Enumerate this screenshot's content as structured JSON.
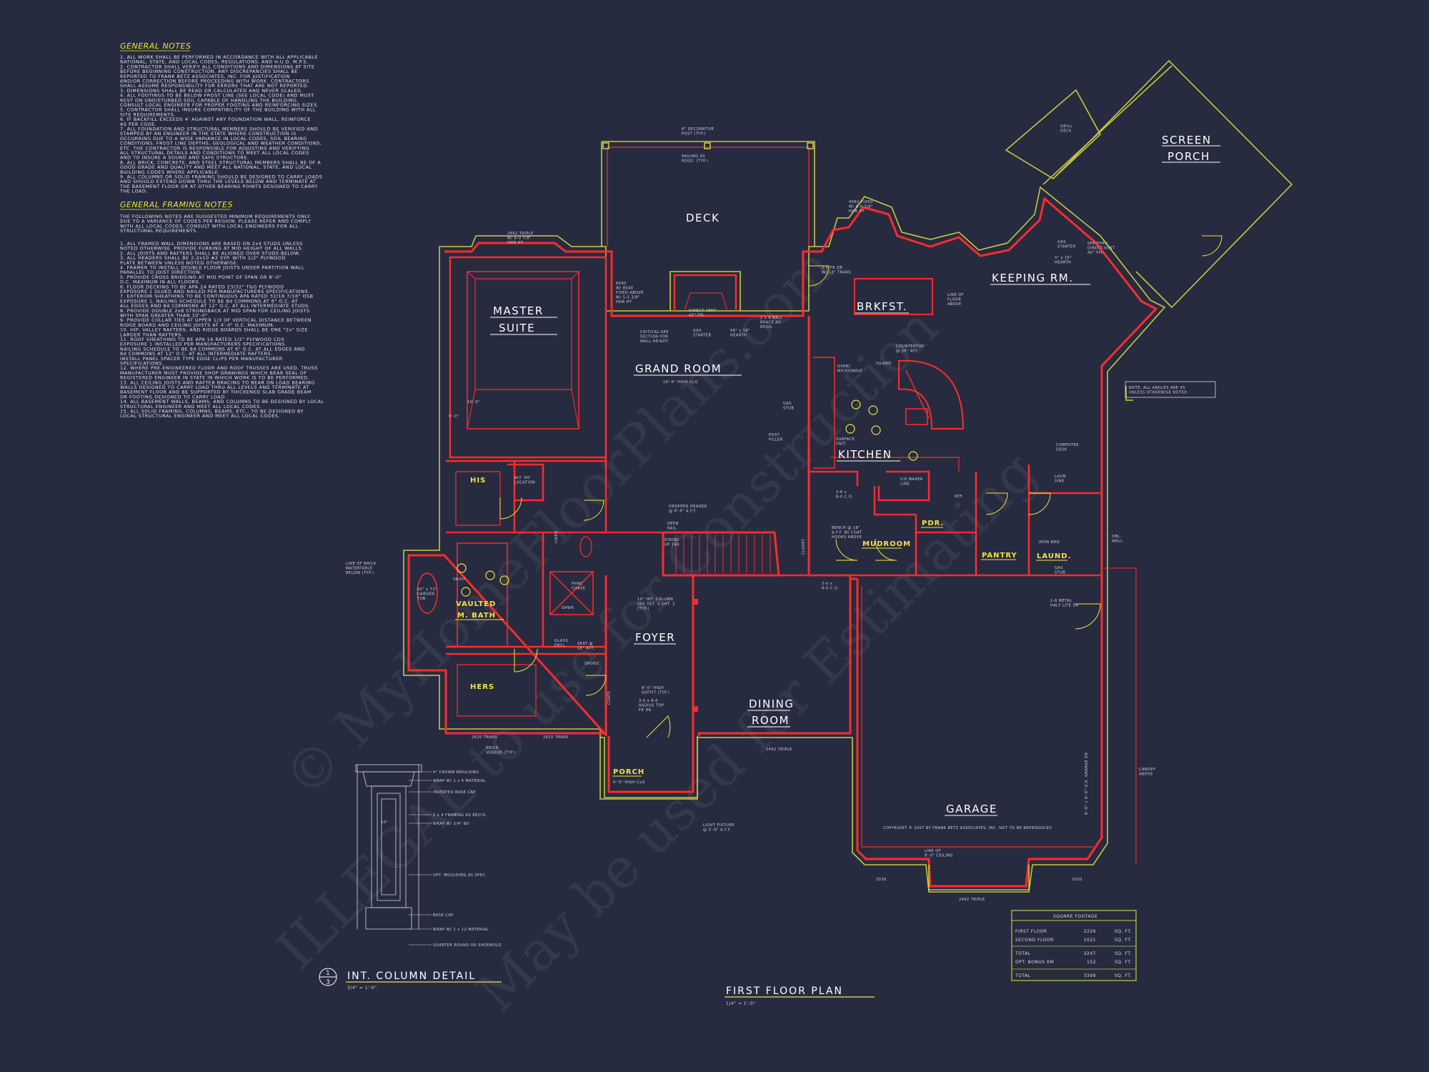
{
  "watermark": {
    "line1": "© MyHomeFloorPlans.com",
    "line2": "ILLEGAL to use for Construction",
    "line3": "May be used for Estimating"
  },
  "general_notes": {
    "heading": "GENERAL NOTES",
    "items": [
      "1.  ALL WORK SHALL BE PERFORMED IN ACCORDANCE WITH ALL APPLICABLE",
      "     NATIONAL, STATE, AND LOCAL CODES, REGULATIONS, AND H.U.D. M.P.S.",
      "2.  CONTRACTOR SHALL VERIFY ALL CONDITIONS AND DIMENSIONS AT SITE",
      "     BEFORE BEGINNING CONSTRUCTION. ANY DISCREPANCIES SHALL BE",
      "     REPORTED TO FRANK BETZ ASSOCIATES, INC. FOR JUSTIFICATION",
      "     AND/OR CORRECTION BEFORE PROCEEDING WITH WORK. CONTRACTORS",
      "     SHALL ASSUME RESPONSIBILITY FOR ERRORS THAT ARE NOT REPORTED.",
      "3.  DIMENSIONS SHALL BE READ OR CALCULATED AND NEVER SCALED.",
      "4.  ALL FOOTINGS TO BE BELOW FROST LINE (SEE LOCAL CODE) AND MUST",
      "     REST ON UNDISTURBED SOIL CAPABLE OF HANDLING THE BUILDING.",
      "     CONSULT LOCAL ENGINEER FOR PROPER FOOTING AND REINFORCING SIZES.",
      "5.  CONTRACTOR SHALL INSURE COMPATIBILITY OF THE BUILDING WITH ALL",
      "     SITE REQUIREMENTS.",
      "6.  IF BACKFILL EXCEEDS 4' AGAINST ANY FOUNDATION WALL, REINFORCE",
      "     AS PER CODE.",
      "7.  ALL FOUNDATION AND STRUCTURAL MEMBERS SHOULD BE VERIFIED AND",
      "     STAMPED BY AN ENGINEER IN THE STATE WHERE CONSTRUCTION IS",
      "     OCCURRING DUE TO A WIDE VARIANCE IN LOCAL CODES, SOIL BEARING",
      "     CONDITIONS, FROST LINE DEPTHS, GEOLOGICAL AND WEATHER CONDITIONS,",
      "     ETC. THE CONTRACTOR IS RESPONSIBLE FOR ADJUSTING AND VERIFYING",
      "     ALL STRUCTURAL DETAILS AND CONDITIONS TO MEET ALL LOCAL CODES",
      "     AND TO INSURE A SOUND AND SAFE STRUCTURE.",
      "8.  ALL BRICK, CONCRETE, AND STEEL STRUCTURAL MEMBERS SHALL BE OF A",
      "     GOOD GRADE AND QUALITY AND MEET ALL NATIONAL, STATE, AND LOCAL",
      "     BUILDING CODES WHERE APPLICABLE.",
      "9.  ALL COLUMNS OR SOLID FRAMING SHOULD BE DESIGNED TO CARRY LOADS",
      "     AND SHOULD EXTEND DOWN THRU THE LEVELS BELOW AND TERMINATE AT",
      "     THE BASEMENT FLOOR OR AT OTHER BEARING POINTS DESIGNED TO CARRY",
      "     THE LOAD."
    ]
  },
  "framing_notes": {
    "heading": "GENERAL FRAMING NOTES",
    "intro": [
      "THE FOLLOWING NOTES ARE SUGGESTED MINIMUM REQUIREMENTS ONLY.",
      "DUE TO A VARIANCE OF CODES PER REGION, PLEASE REFER AND COMPLY",
      "WITH ALL LOCAL CODES. CONSULT WITH LOCAL ENGINEERS FOR ALL",
      "STRUCTURAL REQUIREMENTS."
    ],
    "items": [
      "1.  ALL FRAMED WALL DIMENSIONS ARE BASED ON 2x4 STUDS UNLESS",
      "     NOTED OTHERWISE. PROVIDE FURRING AT MID HEIGHT OF ALL WALLS.",
      "2.  ALL JOISTS AND RAFTERS SHALL BE ALIGNED OVER STUDS BELOW.",
      "3.  ALL HEADERS SHALL BE 2-2x10 #2 SYP. WITH 1/2\" PLYWOOD",
      "     PLATE BETWEEN UNLESS NOTED OTHERWISE.",
      "4.  FRAMER TO INSTALL DOUBLE FLOOR JOISTS UNDER PARTITION WALL",
      "     PARALLEL TO JOIST DIRECTION.",
      "5.  PROVIDE CROSS BRIDGING AT MID POINT OF SPAN OR 8'-0\"",
      "     O.C. MAXIMUM IN ALL FLOORS.",
      "6.  FLOOR DECKING TO BE APA 24 RATED 23/32\" T&G PLYWOOD",
      "     EXPOSURE 1 GLUED AND NAILED PER MANUFACTURERS SPECIFICATIONS.",
      "7.  EXTERIOR SHEATHING TO BE CONTINUOUS APA RATED 32/16 7/16\" OSB",
      "     EXPOSURE 1. NAILING SCHEDULE TO BE 8d COMMONS AT 6\" O.C. AT",
      "     ALL EDGES AND 8d COMMONS AT 12\" O.C. AT ALL INTERMEDIATE STUDS.",
      "8.  PROVIDE DOUBLE 2x8 STRONGBACK AT MID SPAN FOR CEILING JOISTS",
      "     WITH SPAN GREATER THAN 10'-0\".",
      "9.  PROVIDE COLLAR TIES AT UPPER 1/3 OF VERTICAL DISTANCE BETWEEN",
      "     RIDGE BOARD AND CEILING JOISTS AT 4'-0\" O.C. MAXIMUM.",
      "10. HIP, VALLEY RAFTERS, AND RIDGE BOARDS SHALL BE ONE \"2x\" SIZE",
      "     LARGER THAN RAFTERS.",
      "11. ROOF SHEATHING TO BE APA 16 RATED 1/2\" PLYWOOD CDX",
      "     EXPOSURE 1 INSTALLED PER MANUFACTURERS SPECIFICATIONS.",
      "     NAILING SCHEDULE TO BE 8d COMMONS AT 6\" O.C. AT ALL EDGES AND",
      "     8d COMMONS AT 12\" O.C. AT ALL INTERMEDIATE RAFTERS.",
      "     INSTALL PANEL SPACER TYPE EDGE CLIPS PER MANUFACTURER",
      "     SPECIFICATIONS.",
      "12. WHERE PRE-ENGINEERED FLOOR AND ROOF TRUSSES ARE USED, TRUSS",
      "     MANUFACTURER MUST PROVIDE SHOP DRAWINGS WHICH BEAR SEAL OF",
      "     REGISTERED ENGINEER IN STATE IN WHICH WORK IS TO BE PERFORMED.",
      "13. ALL CEILING JOISTS AND RAFTER BRACING TO BEAR ON LOAD BEARING",
      "     WALLS DESIGNED TO CARRY LOAD THRU ALL LEVELS AND TERMINATE AT",
      "     BASEMENT FLOOR AND BE SUPPORTED BY THICKENED SLAB GRADE BEAM",
      "     OR FOOTING DESIGNED TO CARRY LOAD.",
      "14. ALL BASEMENT WALLS, BEAMS, AND COLUMNS TO BE DESIGNED BY LOCAL",
      "     STRUCTURAL ENGINEER AND MEET ALL LOCAL CODES.",
      "15. ALL SOLID FRAMING, COLUMNS, BEAMS, ETC., TO BE DESIGNED BY",
      "     LOCAL STRUCTURAL ENGINEER AND MEET ALL LOCAL CODES."
    ]
  },
  "rooms": {
    "deck": "DECK",
    "screen_porch_1": "SCREEN",
    "screen_porch_2": "PORCH",
    "keeping": "KEEPING RM.",
    "master_1": "MASTER",
    "master_2": "SUITE",
    "grand_room": "GRAND ROOM",
    "grand_room_clg": "10'-0\" HIGH CLG",
    "brkfst": "BRKFST.",
    "kitchen": "KITCHEN",
    "his": "HIS",
    "hers": "HERS",
    "vaulted": "VAULTED",
    "m_bath": "M. BATH",
    "foyer": "FOYER",
    "dining_1": "DINING",
    "dining_2": "ROOM",
    "garage": "GARAGE",
    "porch": "PORCH",
    "porch_clg": "9'-0\" HIGH CLG",
    "pdr": "PDR.",
    "mudroom": "MUDROOM",
    "pantry": "PANTRY",
    "laund": "LAUND."
  },
  "annotations": {
    "decorative_post": [
      "8\" DECORATIVE",
      "POST (TYP.)"
    ],
    "railing": [
      "RAILING AS",
      "REQD. (TYP.)"
    ],
    "grill_deck": [
      "GRILL",
      "DECK"
    ],
    "fr_dr": [
      "2-6 FR DR",
      "W/ 12\" TRANS"
    ],
    "fixed_4062": [
      "4062 FIXED",
      "W/ 8-0 7/8\"",
      "HDR HT"
    ],
    "triple_2462": [
      "2462 TRIPLE",
      "W/ 8-0 7/8\"",
      "HDR HT"
    ],
    "fixed_8040": [
      "8040",
      "W/ 8040",
      "FIXED ABOVE",
      "W/ 5-5 3/8\"",
      "HDR HT"
    ],
    "direct_vent": [
      "DIRECT VENT",
      "42\" FPL"
    ],
    "gas_starter": [
      "GAS",
      "STARTER"
    ],
    "hearth": [
      "58\" x 16\"",
      "HEARTH"
    ],
    "ball_brace": [
      "2 x 6 BALL",
      "BRACE AS",
      "REQD."
    ],
    "critical": [
      "CRITICAL-SEE",
      "SECTION FOR",
      "WALL HEIGHT"
    ],
    "see_thru": [
      "SEE-THRU",
      "DIRECT-VENT",
      "42\" FPL"
    ],
    "hearth2": [
      "4\" x 16\"",
      "HEARTH"
    ],
    "gas_starter2": [
      "GAS",
      "STARTER"
    ],
    "line_of_floor": [
      "LINE OF",
      "FLOOR",
      "ABOVE"
    ],
    "countertop": [
      "COUNTERTOP",
      "@ 36\" AFF."
    ],
    "island": "ISLAND",
    "oven": [
      "OVEN/",
      "MICROWAVE"
    ],
    "gas_stub": [
      "GAS",
      "STUB"
    ],
    "post_pilaster": [
      "POST",
      "PILLER"
    ],
    "surface_unit": [
      "SURFACE",
      "UNIT"
    ],
    "ice_maker": [
      "ICE MAKER",
      "LINE"
    ],
    "ref": "REF.",
    "computer_desk": [
      "COMPUTER",
      "DESK"
    ],
    "angles_note": [
      "NOTE: ALL ANGLES ARE 45",
      "UNLESS OTHERWISE NOTED"
    ],
    "dbl_wall": [
      "DBL.",
      "WALL"
    ],
    "lain_sink": [
      "LAUN",
      "SINK"
    ],
    "iron_brd": "IRON BRD.",
    "gas_stub2": [
      "GAS",
      "STUB"
    ],
    "metal_half_lite": [
      "2-8 METAL",
      "HALF LITE DR"
    ],
    "canopy": [
      "CANOPY",
      "ABOVE"
    ],
    "garage_dr": "8'-0\" x 8'-0\" O.H. GARAGE DR",
    "copyright": "COPYRIGHT © 2007 BY FRANK BETZ ASSOCIATES, INC. NOT TO BE REPRODUCED",
    "line_of_ceiling": [
      "LINE OF",
      "8'-0\" CEILING"
    ],
    "triple_2462b": "2462 TRIPLE",
    "w2030a": "2030",
    "w2030b": "2030",
    "alt_6h": [
      "ALT. 6H",
      "LOCATION"
    ],
    "coats": "COATS",
    "dropped_header": [
      "DROPPED HEADER",
      "@ 8'-0\" A.F.F."
    ],
    "open_rail": [
      "OPEN",
      "RAIL"
    ],
    "stairs_up": [
      "STAIRS",
      "UP 16R"
    ],
    "closet": "CLOSET",
    "bench": [
      "BENCH @ 18\"",
      "A.F.F. W/ COAT",
      "HOOKS ABOVE"
    ],
    "co_3020": [
      "3-0 x",
      "8-0 C.O."
    ],
    "co_2620": [
      "2-6 x",
      "8-0 C.O."
    ],
    "column_detail_note": [
      "10\" INT. COLUMN",
      "SEE DET. 1 SHT. 3",
      "(TYP.)"
    ],
    "soffit": [
      "8'-0\" HIGH",
      "SOFFIT (TYP.)"
    ],
    "radius_top": [
      "3-0 x 8-0",
      "RADIUS TOP",
      "FR DR"
    ],
    "light_fixture": [
      "LIGHT FIXTURE",
      "@ 5'-6\" A.F.F."
    ],
    "brick_veneer": [
      "BRICK",
      "VENEER (TYP.)"
    ],
    "trans_2610a": "2610 TRANS",
    "trans_2610b": "2610 TRANS",
    "triple_2462c": "2462 TRIPLE",
    "brick_watertable": [
      "LINE OF BRICK",
      "WATERTABLE",
      "BELOW (TYP.)"
    ],
    "garden_tub": [
      "42\" x 72\"",
      "GARDEN",
      "TUB"
    ],
    "vault": "VAULT",
    "hvac": [
      "HVAC",
      "CHASE"
    ],
    "shwr": "SHWR",
    "glass_encl": [
      "GLASS",
      "ENCL."
    ],
    "seat": [
      "SEAT @",
      "18\" AFF."
    ],
    "shoes": "SHOES",
    "linen": "LINEN",
    "dim_9_0": "9'-0\"",
    "dim_10_0": "10'-0\""
  },
  "column_detail": {
    "title": "INT. COLUMN DETAIL",
    "scale": "3/4\" = 1'-0\"",
    "number": "1",
    "sheet": "3",
    "size": "10\"",
    "callouts": [
      "4\" CROWN MOULDING",
      "WRAP W/ 1 x 6 MATERIAL",
      "INVERTED BASE CAP",
      "2 x 4 FRAMING AS REQ'D.",
      "WRAP W/ 3/4\" BD",
      "OPT. MOULDING AS SPEC.",
      "BASE CAP",
      "WRAP W/ 1 x 12 MATERIAL",
      "QUARTER ROUND OR SHOEMOLD"
    ]
  },
  "plan_title": {
    "title": "FIRST FLOOR PLAN",
    "scale": "1/4\" = 1'-0\""
  },
  "square_footage": {
    "heading": "SQUARE FOOTAGE",
    "rows": [
      {
        "label": "FIRST FLOOR",
        "value": "2226",
        "unit": "SQ. FT."
      },
      {
        "label": "SECOND FLOOR",
        "value": "1021",
        "unit": "SQ. FT."
      },
      {
        "label": "TOTAL",
        "value": "3247",
        "unit": "SQ. FT."
      },
      {
        "label": "OPT. BONUS RM",
        "value": "152",
        "unit": "SQ. FT."
      },
      {
        "label": "TOTAL",
        "value": "3399",
        "unit": "SQ. FT."
      }
    ]
  },
  "colors": {
    "background": "#262b40",
    "wall_red": "#ff2b2b",
    "wall_yellow": "#c9c93c",
    "label_yellow": "#f2e43a"
  }
}
